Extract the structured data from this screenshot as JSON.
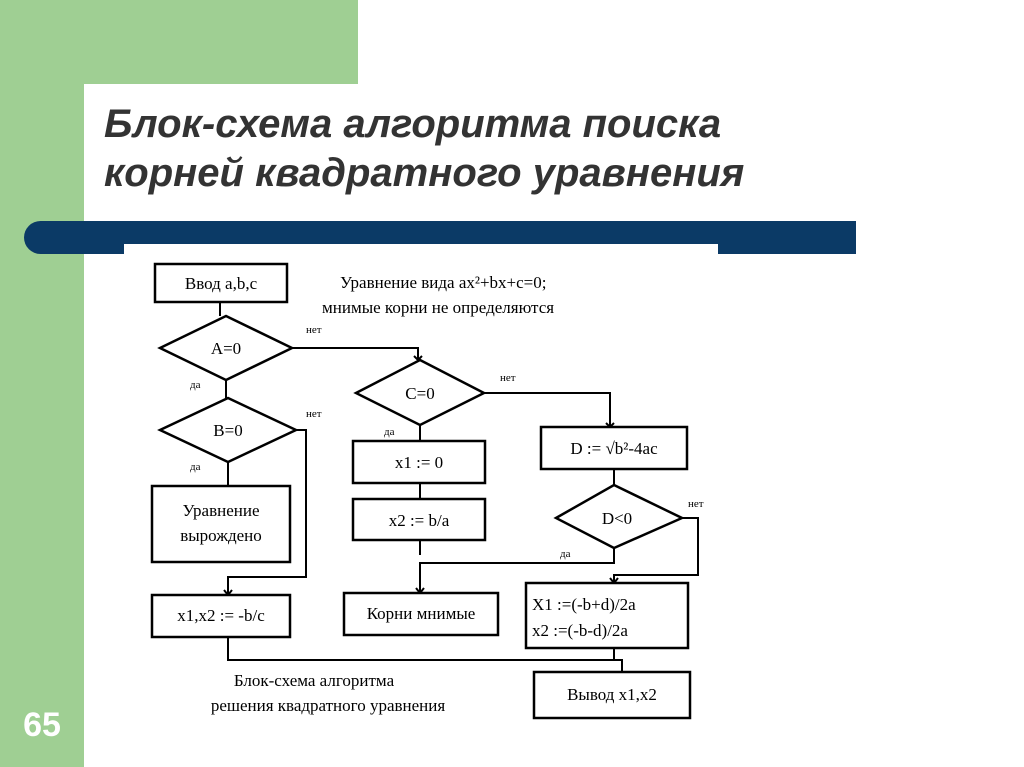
{
  "slide": {
    "number": "65",
    "title_line1": "Блок-схема алгоритма поиска",
    "title_line2": "корней квадратного уравнения"
  },
  "diagram": {
    "header_note_line1": "Уравнение вида ax²+bx+c=0;",
    "header_note_line2": "мнимые корни не определяются",
    "caption_line1": "Блок-схема алгоритма",
    "caption_line2": "решения квадратного уравнения",
    "blocks": {
      "input": "Ввод a,b,c",
      "a_zero": "A=0",
      "b_zero": "B=0",
      "c_zero": "C=0",
      "x1_zero": "x1 := 0",
      "x2_ba": "x2 := b/a",
      "discriminant": "D := √b²-4ac",
      "d_less_zero": "D<0",
      "degenerate_line1": "Уравнение",
      "degenerate_line2": "вырождено",
      "x1x2_bc": "x1,x2 := -b/c",
      "imaginary": "Корни мнимые",
      "roots_line1": "X1 :=(-b+d)/2a",
      "roots_line2": "x2 :=(-b-d)/2a",
      "output": "Вывод x1,x2"
    },
    "labels": {
      "a_no": "нет",
      "a_yes": "да",
      "b_no": "нет",
      "b_yes": "да",
      "c_no": "нет",
      "c_yes": "да",
      "d_no": "нет",
      "d_yes": "да"
    }
  }
}
